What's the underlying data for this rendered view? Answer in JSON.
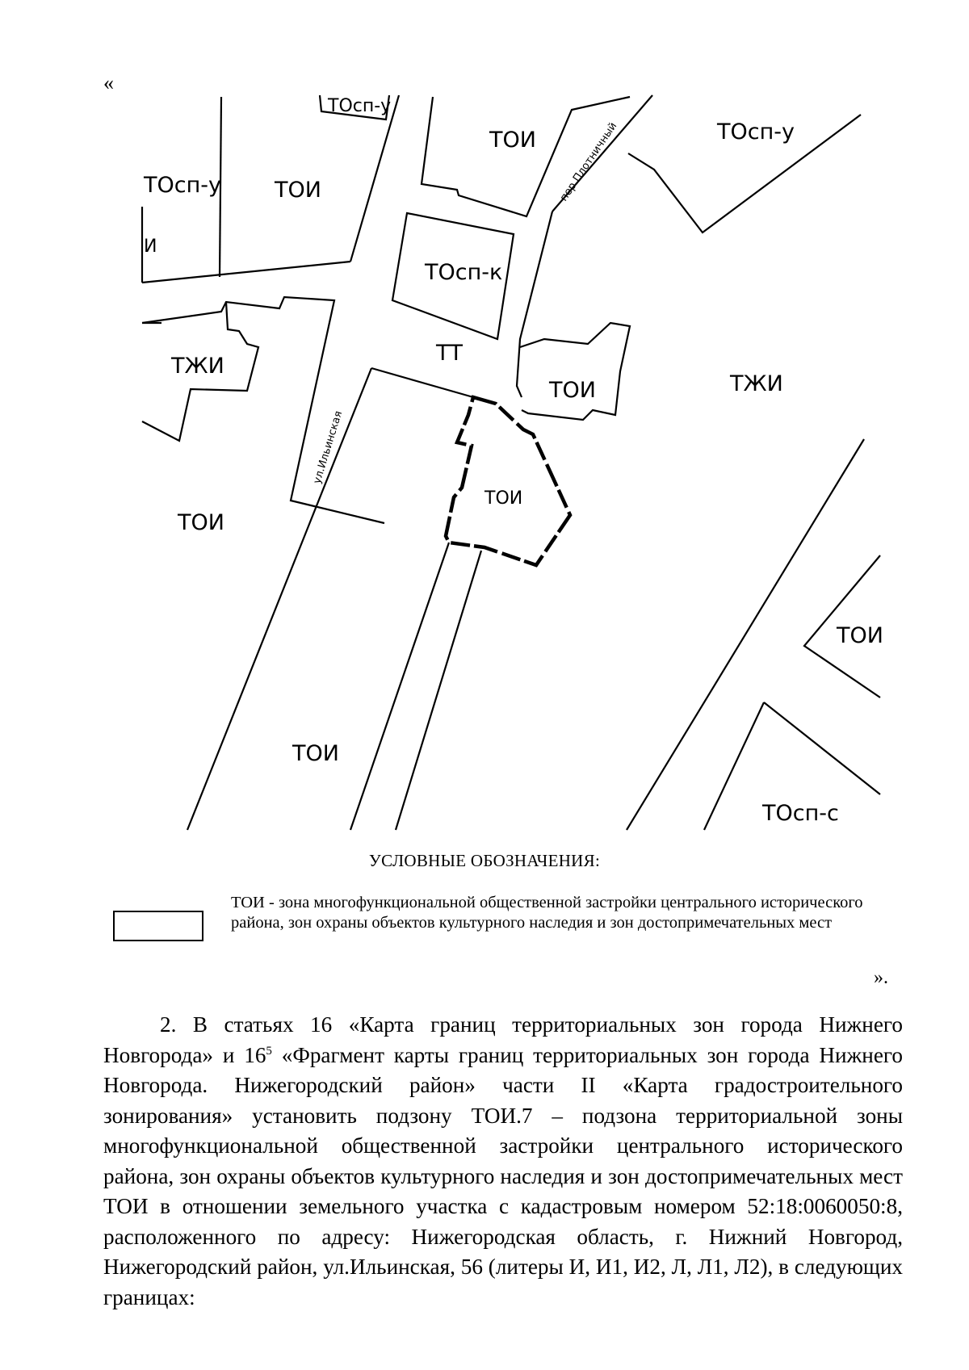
{
  "quote_open": "«",
  "map": {
    "zones": {
      "tosp_u_top": "ТОсп-у",
      "toi_top_center": "ТОИ",
      "tosp_u_top_right": "ТОсп-у",
      "tosp_u_left": "ТОсп-у",
      "toi_left_upper": "ТОИ",
      "fragment_i": "И",
      "tosp_k": "ТОсп-к",
      "tt": "ТТ",
      "tzhi_left": "ТЖИ",
      "toi_center_right": "ТОИ",
      "tzhi_right": "ТЖИ",
      "toi_highlighted": "ТОИ",
      "toi_left_lower": "ТОИ",
      "toi_right_lower": "ТОИ",
      "toi_bottom": "ТОИ",
      "tosp_s": "ТОсп-с"
    },
    "streets": {
      "ilyinskaya": "ул.Ильинская",
      "plotnichny": "пер.Плотничный"
    }
  },
  "legend": {
    "title": "УСЛОВНЫЕ ОБОЗНАЧЕНИЯ:",
    "text": "ТОИ - зона многофункциональной общественной застройки центрального исторического района, зон охраны объектов культурного наследия и зон достопримечательных мест"
  },
  "quote_close": "».",
  "paragraph": {
    "part1": "2. В статьях 16 «Карта границ территориальных зон города Нижнего Новгорода» и 16",
    "sup": "5",
    "part2": " «Фрагмент карты границ территориальных зон города Нижнего Новгорода. Нижегородский район» части II «Карта градостроительного зонирования» установить подзону ТОИ.7 – подзона территориальной зоны многофункциональной общественной застройки центрального исторического района, зон охраны объектов культурного наследия и зон достопримечательных мест ТОИ в отношении земельного участка с кадастровым номером 52:18:0060050:8, расположенного по адресу: Нижегородская область, г. Нижний Новгород, Нижегородский район, ул.Ильинская, 56 (литеры И, И1, И2, Л, Л1, Л2), в следующих границах:"
  }
}
